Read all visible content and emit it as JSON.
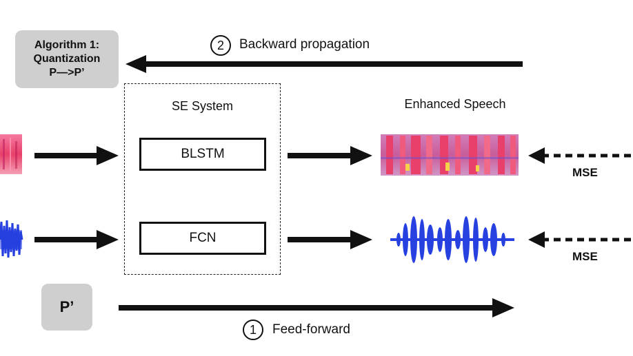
{
  "algorithm_box": {
    "lines": [
      "Algorithm 1:",
      "Quantization",
      "P—>P’"
    ]
  },
  "backward": {
    "number": "2",
    "label": "Backward propagation"
  },
  "feedforward": {
    "number": "1",
    "label": "Feed-forward"
  },
  "se_system": {
    "title": "SE System",
    "modules": [
      "BLSTM",
      "FCN"
    ]
  },
  "output": {
    "title": "Enhanced Speech"
  },
  "loss": {
    "labels": [
      "MSE",
      "MSE"
    ]
  },
  "params": {
    "label": "P’"
  },
  "colors": {
    "spectrogram": "#e8406a",
    "waveform": "#2740e0",
    "box_fill": "#cfcfcf"
  }
}
